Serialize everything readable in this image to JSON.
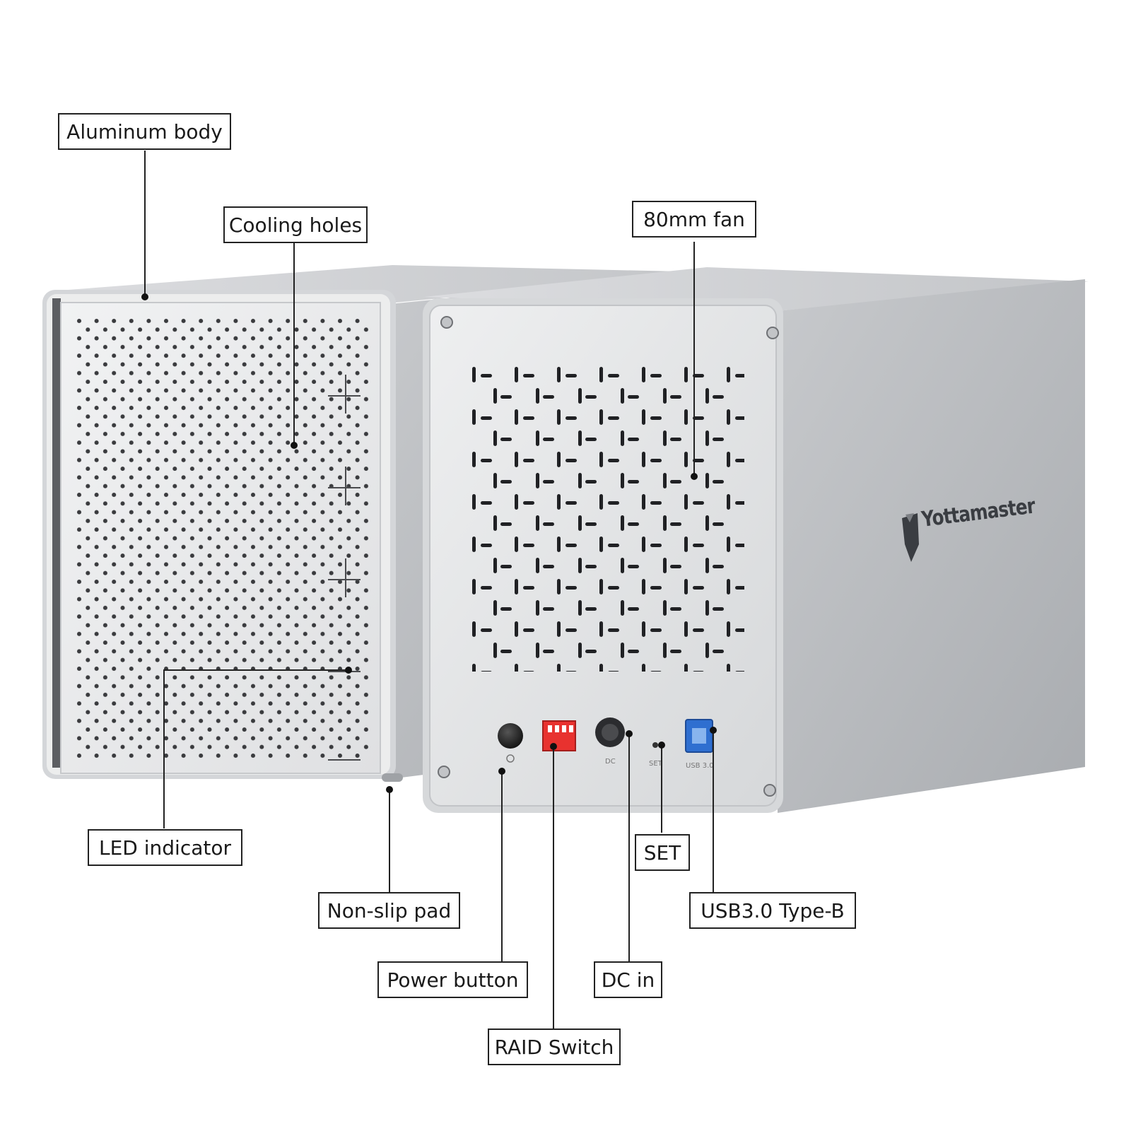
{
  "brand": {
    "name": "Yottamaster"
  },
  "port_labels": {
    "dc": "DC",
    "set": "SET",
    "usb": "USB 3.0"
  },
  "callouts": {
    "aluminum_body": "Aluminum body",
    "cooling_holes": "Cooling holes",
    "fan": "80mm fan",
    "led_indicator": "LED indicator",
    "non_slip_pad": "Non-slip pad",
    "power_button": "Power button",
    "raid_switch": "RAID Switch",
    "dc_in": "DC in",
    "set": "SET",
    "usb": "USB3.0 Type-B"
  },
  "colors": {
    "body_light": "#e6e7e9",
    "body_mid": "#cfd1d4",
    "body_dark": "#b4b7bb",
    "raid_switch": "#e8322f",
    "usb_port": "#2f6fd0"
  }
}
